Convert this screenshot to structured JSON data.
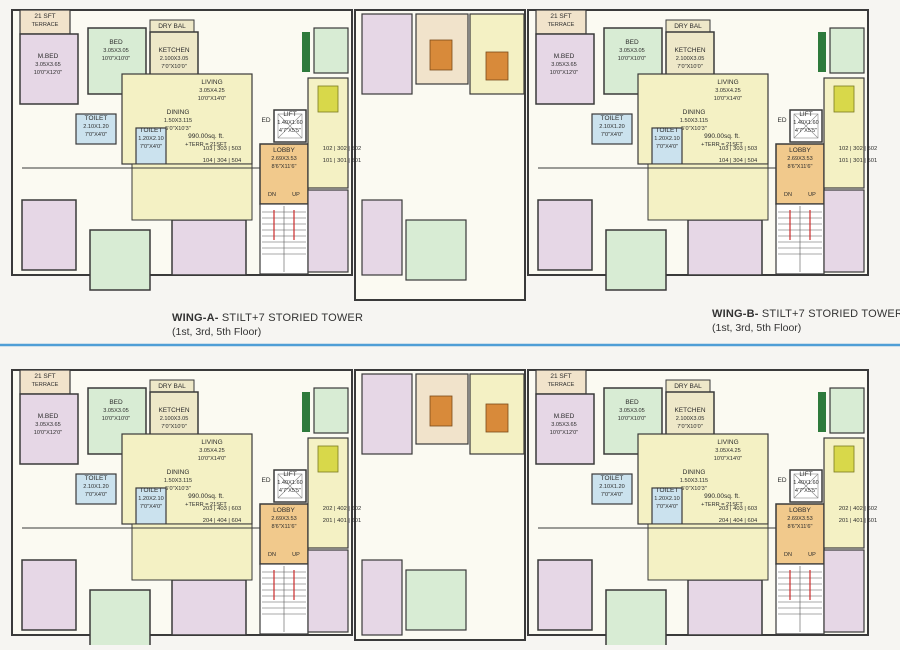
{
  "plan": {
    "rooms": {
      "terrace": [
        "21 SFT",
        "TERRACE"
      ],
      "mbed": [
        "M.BED",
        "3.05X3.65",
        "10'0\"X12'0\""
      ],
      "bed": [
        "BED",
        "3.05X3.05",
        "10'0\"X10'0\""
      ],
      "drybal": [
        "DRY BAL"
      ],
      "kitchen": [
        "KETCHEN",
        "2.100X3.05",
        "7'0\"X10'0\""
      ],
      "living": [
        "LIVING",
        "3.05X4.25",
        "10'0\"X14'0\""
      ],
      "dining": [
        "DINING",
        "1.50X3.115",
        "5'0\"X10'3\""
      ],
      "toilet1": [
        "TOILET",
        "2.10X1.20",
        "7'0\"X4'0\""
      ],
      "toilet2": [
        "TOILET",
        "1.20X2.10",
        "7'0\"X4'0\""
      ],
      "area": [
        "990.00sq. ft.",
        "+TERR = 21SFT"
      ],
      "lift": [
        "LIFT",
        "1.40X1.60",
        "4'7\"X5'5\""
      ],
      "ed": [
        "ED"
      ],
      "lobby": [
        "LOBBY",
        "2.69X3.53",
        "8'6\"X11'6\""
      ],
      "dn": "DN",
      "up": "UP"
    },
    "floors": [
      {
        "left_top": [
          "103",
          "303",
          "503"
        ],
        "left_bot": [
          "104",
          "304",
          "504"
        ],
        "right_top": [
          "102",
          "302",
          "502"
        ],
        "right_bot": [
          "101",
          "301",
          "501"
        ]
      },
      {
        "left_top": [
          "203",
          "403",
          "603"
        ],
        "left_bot": [
          "204",
          "404",
          "604"
        ],
        "right_top": [
          "202",
          "402",
          "602"
        ],
        "right_bot": [
          "201",
          "401",
          "601"
        ]
      }
    ],
    "captions": {
      "wing_a_name": "WING-A-",
      "wing_a_desc": " STILT+7 STORIED TOWER",
      "wing_a_floors": "(1st, 3rd, 5th Floor)",
      "wing_b_name": "WING-B-",
      "wing_b_desc": " STILT+7 STORIED TOWER",
      "wing_b_floors": "(1st, 3rd, 5th Floor)"
    },
    "colors": {
      "bedroom": "#e6d7e6",
      "bed2": "#d8ecd4",
      "living": "#f4f1c4",
      "kitchen": "#eee8c8",
      "toilet": "#cbe2ee",
      "terrace": "#f1e3cb",
      "lobby": "#f1c98c",
      "wall": "#3a3a3a",
      "divider": "#4f9ed6"
    }
  }
}
